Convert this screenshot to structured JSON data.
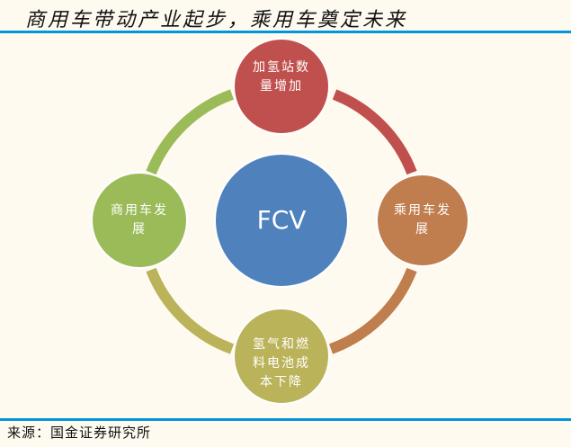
{
  "title": "商用车带动产业起步，乘用车奠定未来",
  "source": "来源：国金证券研究所",
  "diagram": {
    "center": {
      "label": "FCV",
      "color": "#4f81bd"
    },
    "nodes": [
      {
        "label": "加氢站数量增加",
        "lines": [
          "加氢站数",
          "量增加"
        ],
        "color": "#c0504d"
      },
      {
        "label": "乘用车发展",
        "lines": [
          "乘用车发",
          "展"
        ],
        "color": "#c07d4e"
      },
      {
        "label": "氢气和燃料电池成本下降",
        "lines": [
          "氢气和燃",
          "料电池成",
          "本下降"
        ],
        "color": "#bbb35a"
      },
      {
        "label": "商用车发展",
        "lines": [
          "商用车发",
          "展"
        ],
        "color": "#9bbb59"
      }
    ]
  }
}
